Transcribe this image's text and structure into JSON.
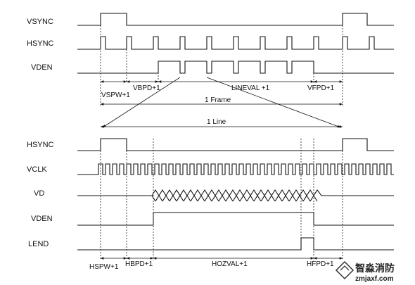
{
  "frame_timing": {
    "signals": [
      "VSYNC",
      "HSYNC",
      "VDEN"
    ],
    "intervals": [
      "VSPW+1",
      "VBPD+1",
      "LINEVAL +1",
      "VFPD+1"
    ],
    "span": "1 Frame"
  },
  "line_timing": {
    "span": "1 Line",
    "signals": [
      "HSYNC",
      "VCLK",
      "VD",
      "VDEN",
      "LEND"
    ],
    "intervals": [
      "HSPW+1",
      "HBPD+1",
      "HOZVAL+1",
      "HFPD+1"
    ]
  },
  "watermark": {
    "text_cn": "智淼消防",
    "url": "zmjaxf.com"
  }
}
